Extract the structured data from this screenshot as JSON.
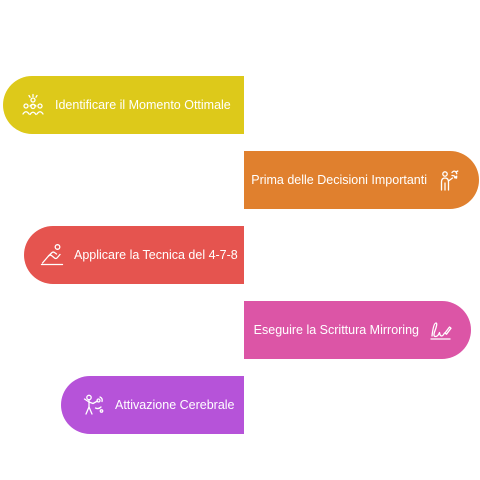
{
  "steps": [
    {
      "label": "Identificare il Momento Ottimale",
      "icon": "group-people-icon",
      "color": "#DDC91A",
      "side": "left"
    },
    {
      "label": "Prima delle Decisioni Importanti",
      "icon": "decision-person-icon",
      "color": "#E0802E",
      "side": "right"
    },
    {
      "label": "Applicare la Tecnica del 4-7-8",
      "icon": "stretching-person-icon",
      "color": "#E5544F",
      "side": "left"
    },
    {
      "label": "Eseguire la Scrittura Mirroring",
      "icon": "writing-signature-icon",
      "color": "#DC55A6",
      "side": "right"
    },
    {
      "label": "Attivazione Cerebrale",
      "icon": "brain-activation-icon",
      "color": "#B653D9",
      "side": "left"
    }
  ]
}
